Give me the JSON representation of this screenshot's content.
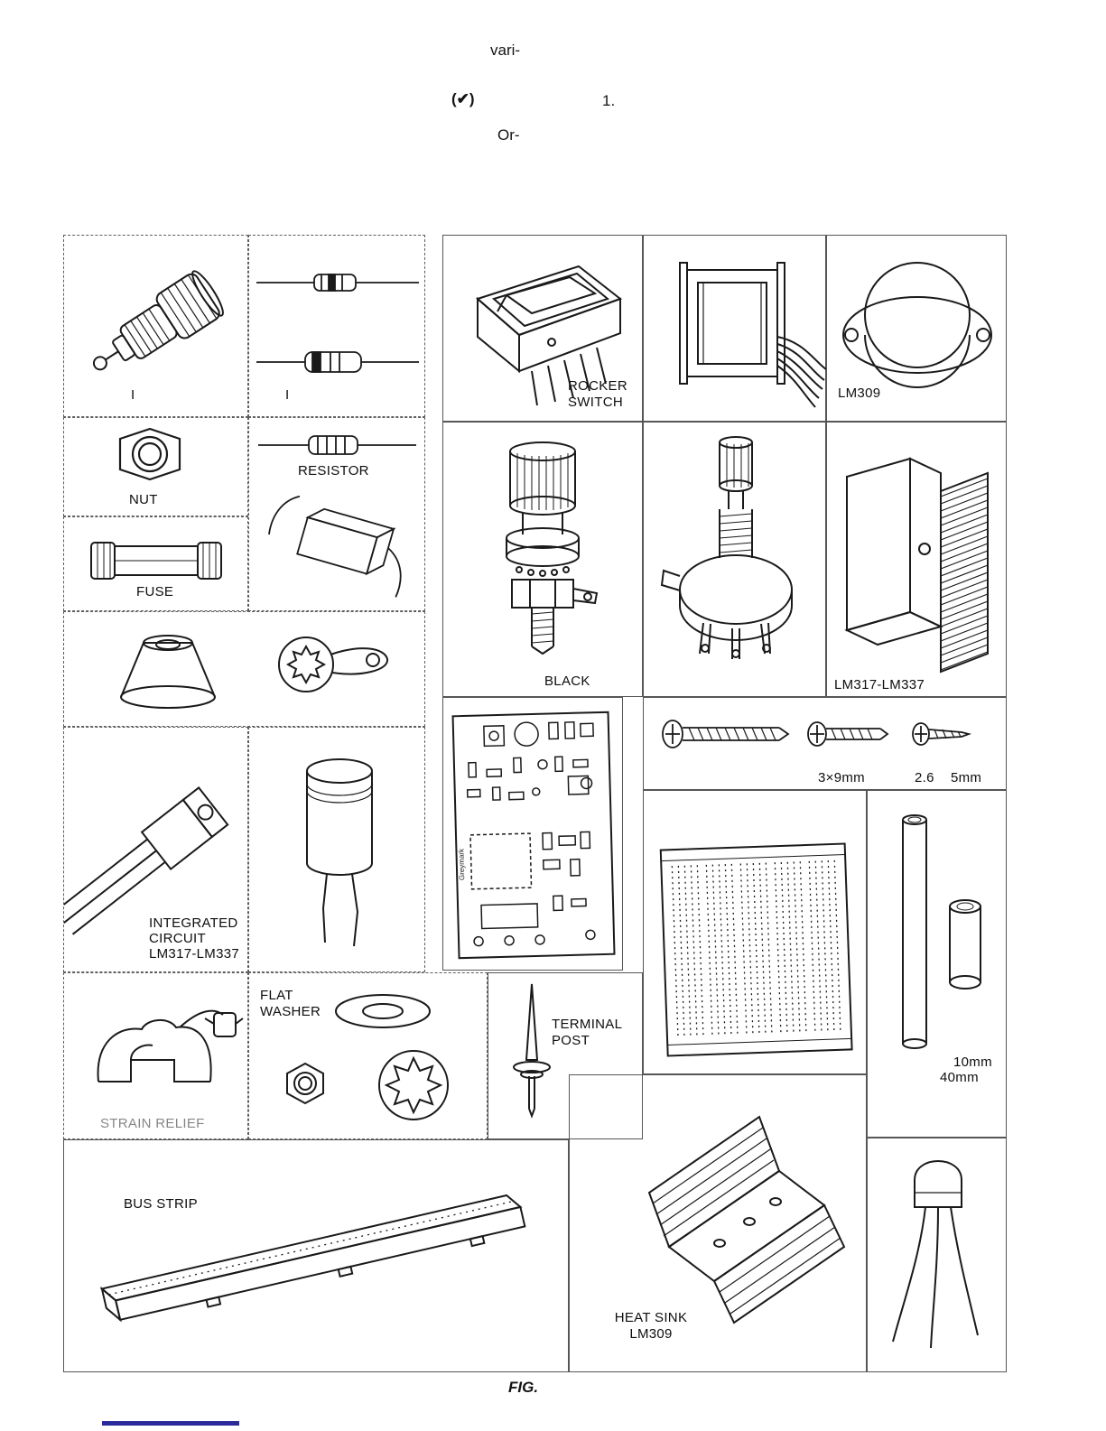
{
  "page": {
    "text_vari": "vari-",
    "text_check": "(✔)",
    "text_item": "1.",
    "text_or": "Or-",
    "caption": "FIG."
  },
  "parts": {
    "connector": {
      "mark": "I"
    },
    "resistors": {
      "mark": "I"
    },
    "rocker_switch": {
      "label": "ROCKER\nSWITCH"
    },
    "lm309_regulator": {
      "label": "LM309"
    },
    "nut": {
      "label": "NUT"
    },
    "resistor": {
      "label": "RESISTOR"
    },
    "fuse": {
      "label": "FUSE"
    },
    "binding_post": {
      "label": "BLACK"
    },
    "heatsink_channel": {
      "label": "LM317-LM337"
    },
    "screws": {
      "size1": "3×9mm",
      "size2": "2.6",
      "size3": "5mm"
    },
    "pcb": {
      "brand": "Greymark"
    },
    "integrated_circuit": {
      "label": "INTEGRATED\nCIRCUIT\nLM317-LM337"
    },
    "flat_washer": {
      "label": "FLAT\nWASHER"
    },
    "terminal_post": {
      "label": "TERMINAL\nPOST"
    },
    "strain_relief": {
      "label": "STRAIN RELIEF"
    },
    "bus_strip": {
      "label": "BUS STRIP"
    },
    "heat_sink_lm309": {
      "label": "HEAT SINK\nLM309"
    },
    "tubing": {
      "size_small": "10mm",
      "size_large": "40mm"
    }
  }
}
